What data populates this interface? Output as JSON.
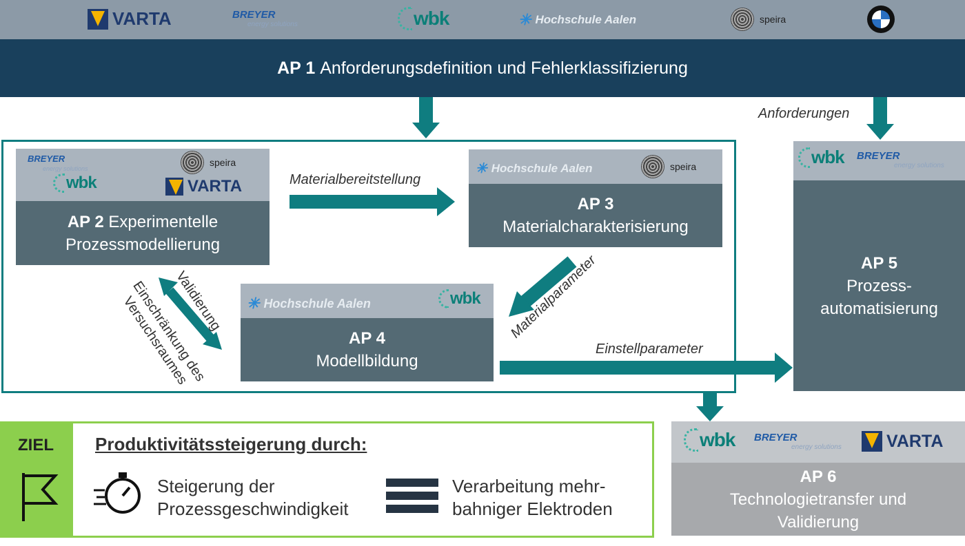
{
  "logos": {
    "varta": "VARTA",
    "breyer": "BREYER",
    "breyer_sub": "energy solutions",
    "wbk": "wbk",
    "hs_aalen": "Hochschule Aalen",
    "speira": "speira"
  },
  "ap1": {
    "num": "AP 1",
    "title": "Anforderungsdefinition und Fehlerklassifizierung"
  },
  "ap2": {
    "num": "AP 2",
    "title_a": "Experimentelle",
    "title_b": "Prozessmodellierung"
  },
  "ap3": {
    "num": "AP 3",
    "title": "Materialcharakterisierung"
  },
  "ap4": {
    "num": "AP 4",
    "title": "Modellbildung"
  },
  "ap5": {
    "num": "AP 5",
    "title_a": "Prozess-",
    "title_b": "automatisierung"
  },
  "ap6": {
    "num": "AP 6",
    "title_a": "Technologietransfer und",
    "title_b": "Validierung"
  },
  "labels": {
    "anforderungen": "Anforderungen",
    "materialbereitstellung": "Materialbereitstellung",
    "materialparameter": "Materialparameter",
    "einstellparameter": "Einstellparameter",
    "validierung": "Validierung",
    "einschraenkung_a": "Einschränkung des",
    "einschraenkung_b": "Versuchsraumes"
  },
  "goal": {
    "tag": "ZIEL",
    "heading": "Produktivitätssteigerung durch:",
    "item1_a": "Steigerung der",
    "item1_b": "Prozessgeschwindigkeit",
    "item2_a": "Verarbeitung mehr-",
    "item2_b": "bahniger Elektroden"
  },
  "colors": {
    "navy": "#19405c",
    "slate": "#546a74",
    "teal": "#0f7d80",
    "green": "#8ccf4d",
    "grey_box": "#aab4be"
  }
}
